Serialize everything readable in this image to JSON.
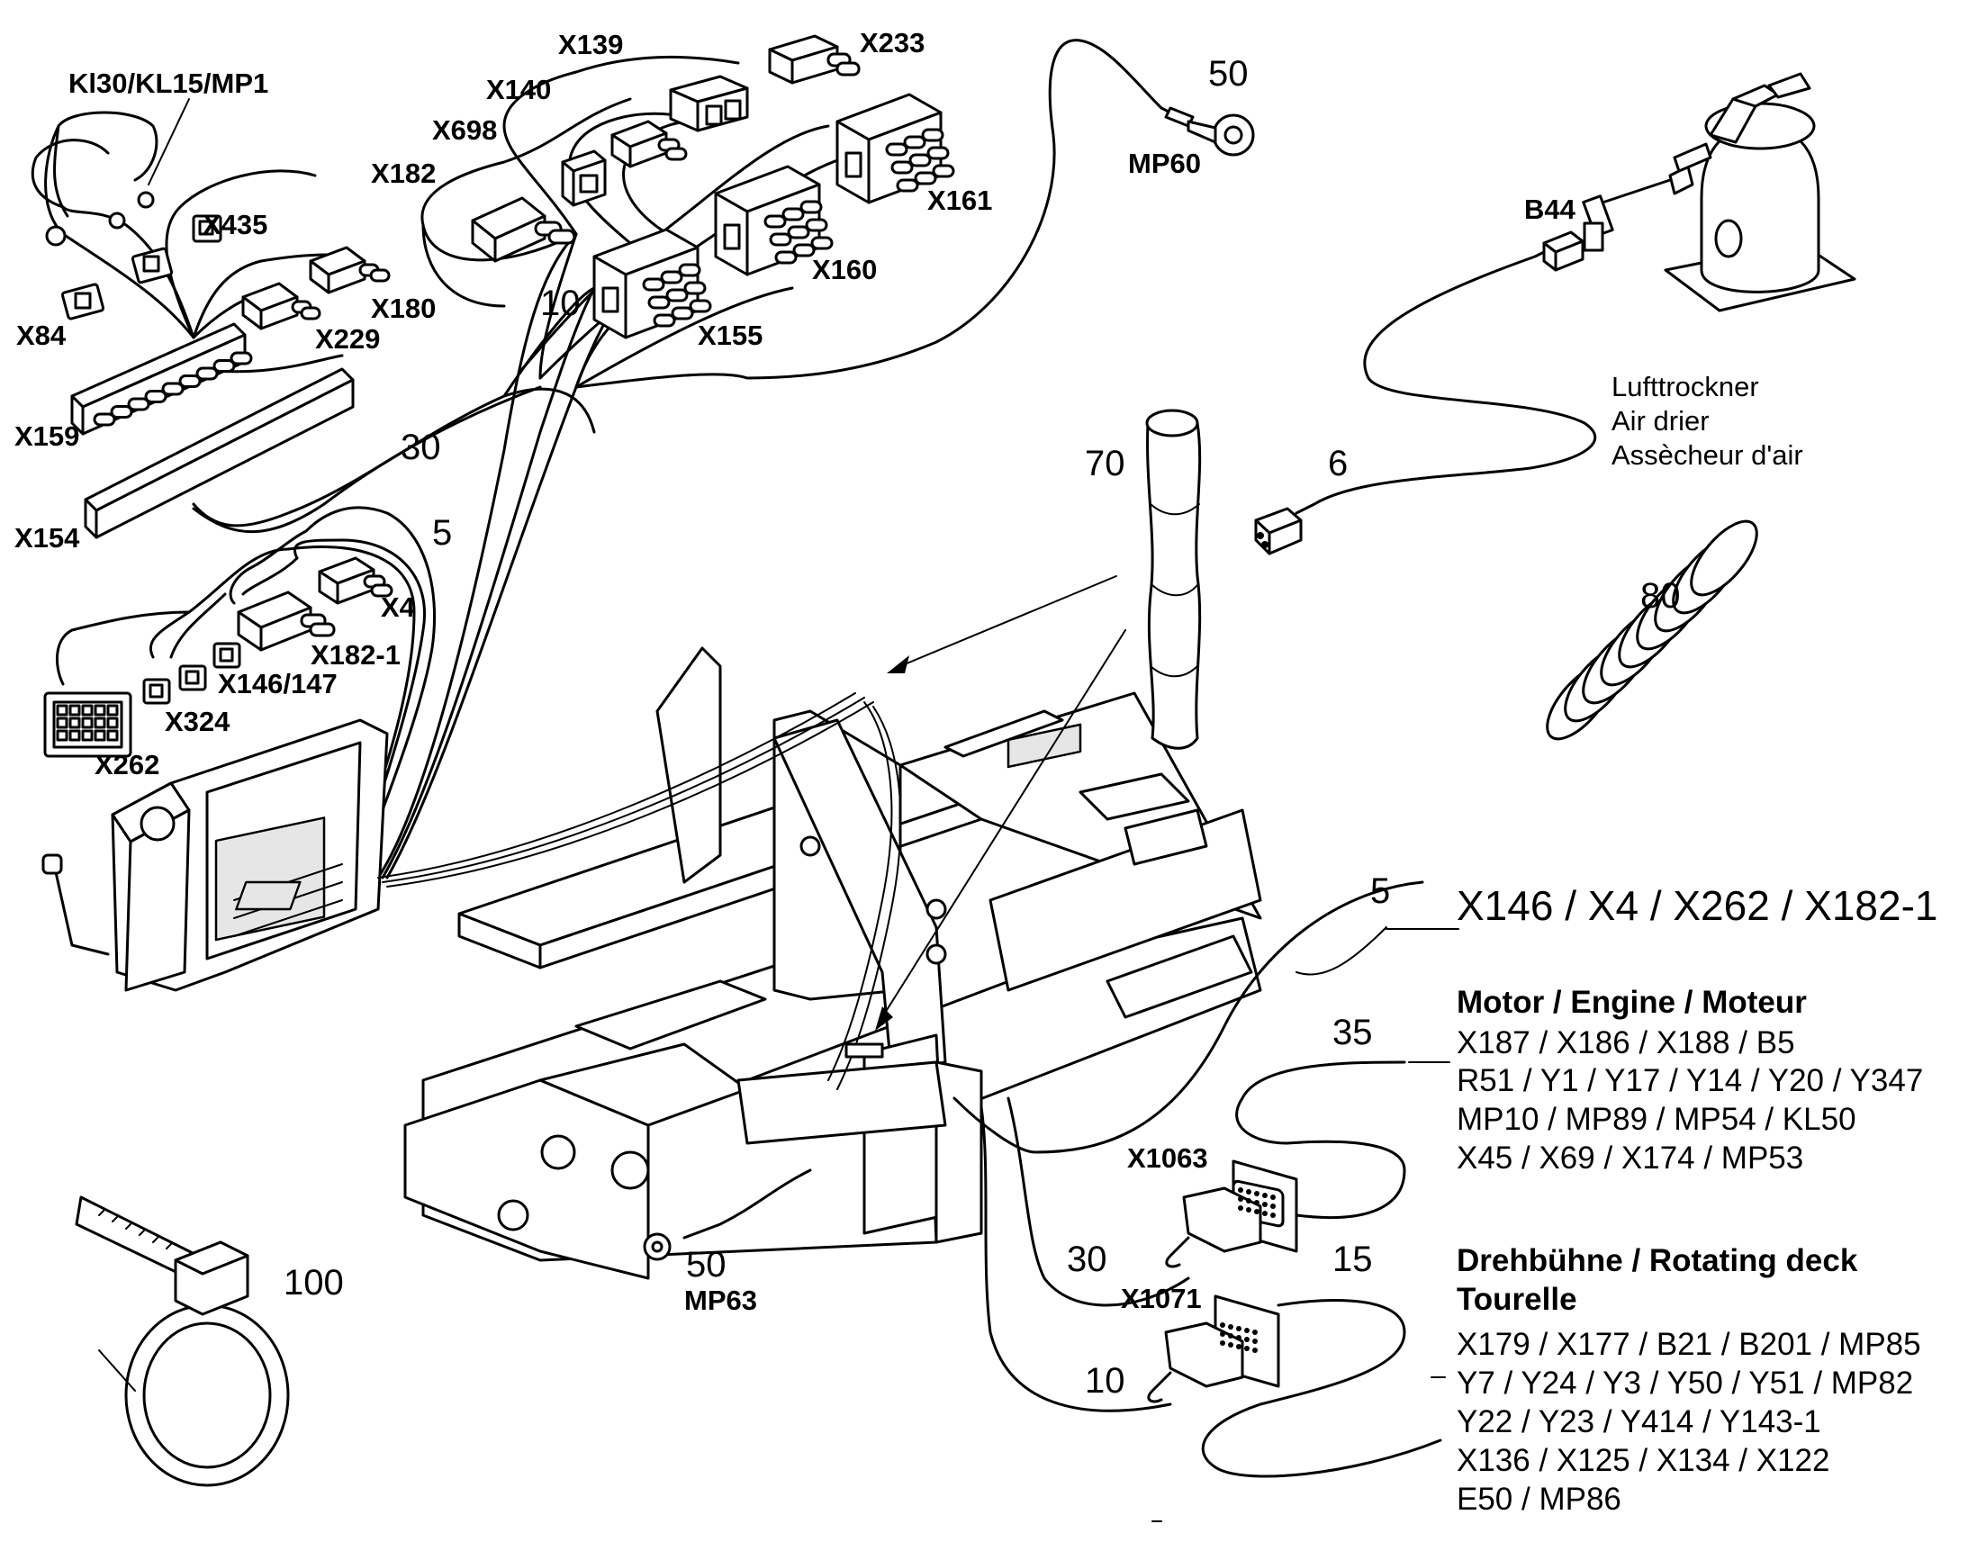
{
  "connector_labels": {
    "kl30": "Kl30/KL15/MP1",
    "x435": "X435",
    "x84": "X84",
    "x180": "X180",
    "x229": "X229",
    "x159": "X159",
    "x154": "X154",
    "x139": "X139",
    "x140": "X140",
    "x698": "X698",
    "x182": "X182",
    "x233": "X233",
    "x161": "X161",
    "x160": "X160",
    "x155": "X155",
    "x4": "X4",
    "x182_1": "X182-1",
    "x146_147": "X146/147",
    "x324": "X324",
    "x262": "X262",
    "mp60": "MP60",
    "b44": "B44",
    "mp63": "MP63",
    "x1063": "X1063",
    "x1071": "X1071"
  },
  "item_numbers": {
    "n50_top": "50",
    "n10_top": "10",
    "n30_left": "30",
    "n5_left": "5",
    "n70": "70",
    "n6": "6",
    "n80": "80",
    "n5_right": "5",
    "n35": "35",
    "n30_bottom": "30",
    "n15": "15",
    "n10_bottom": "10",
    "n50_bottom": "50",
    "n100": "100"
  },
  "air_drier": {
    "line1": "Lufttrockner",
    "line2": "Air drier",
    "line3": "Assècheur d'air"
  },
  "harness5": {
    "text": "X146 / X4 / X262 / X182-1"
  },
  "engine": {
    "title": "Motor / Engine / Moteur",
    "lines": [
      "X187 / X186 / X188 / B5",
      "R51 / Y1 / Y17 / Y14 / Y20 / Y347",
      "MP10 / MP89 / MP54 / KL50",
      "X45 / X69 / X174 / MP53"
    ]
  },
  "deck": {
    "title1": "Drehbühne / Rotating deck",
    "title2": "Tourelle",
    "lines": [
      "X179 / X177 / B21 / B201 / MP85",
      "Y7 / Y24 / Y3 / Y50 / Y51 / MP82",
      "Y22 / Y23 / Y414 / Y143-1",
      "X136 / X125 / X134 / X122",
      "E50 / MP86"
    ]
  }
}
